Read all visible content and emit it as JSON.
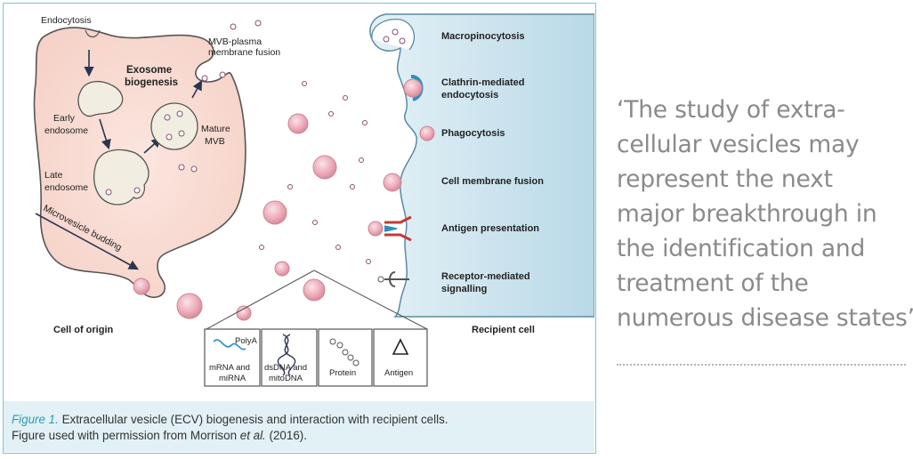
{
  "diagram": {
    "labels": {
      "endocytosis": "Endocytosis",
      "mvb_fusion_1": "MVB-plasma",
      "mvb_fusion_2": "membrane fusion",
      "exosome_1": "Exosome",
      "exosome_2": "biogenesis",
      "early_1": "Early",
      "early_2": "endosome",
      "mature_1": "Mature",
      "mature_2": "MVB",
      "late_1": "Late",
      "late_2": "endosome",
      "microvesicle": "Microvesicle budding",
      "cell_of_origin": "Cell of origin",
      "recipient_cell": "Recipient cell",
      "macropinocytosis": "Macropinocytosis",
      "clathrin_1": "Clathrin-mediated",
      "clathrin_2": "endocytosis",
      "phagocytosis": "Phagocytosis",
      "membrane_fusion": "Cell membrane fusion",
      "antigen_presentation": "Antigen presentation",
      "receptor_1": "Receptor-mediated",
      "receptor_2": "signalling"
    },
    "cargo": {
      "polya": "PolyA",
      "mrna_1": "mRNA and",
      "mrna_2": "miRNA",
      "dna_1": "dsDNA and",
      "dna_2": "mitoDNA",
      "protein": "Protein",
      "antigen": "Antigen"
    },
    "colors": {
      "cell_fill": "#f9dcd4",
      "cell_stroke": "#555555",
      "endosome_fill": "#f1ede0",
      "vesicle_fill": "#eeaebb",
      "vesicle_stroke": "#c98795",
      "recipient_fill": "#cfe6f0",
      "clathrin": "#2a8fc0"
    }
  },
  "caption": {
    "figure_label": "Figure 1.",
    "line1": "Extracellular vesicle (ECV) biogenesis and interaction with recipient cells.",
    "line2_pre": "Figure used with permission from Morrison ",
    "line2_italic": "et al.",
    "line2_post": "(2016)."
  },
  "quote": {
    "lines": [
      "‘The study of extra-",
      "cellular vesicles may",
      "represent the next",
      "major breakthrough in",
      "the identification and",
      "treatment of the",
      "numerous disease states’"
    ]
  }
}
